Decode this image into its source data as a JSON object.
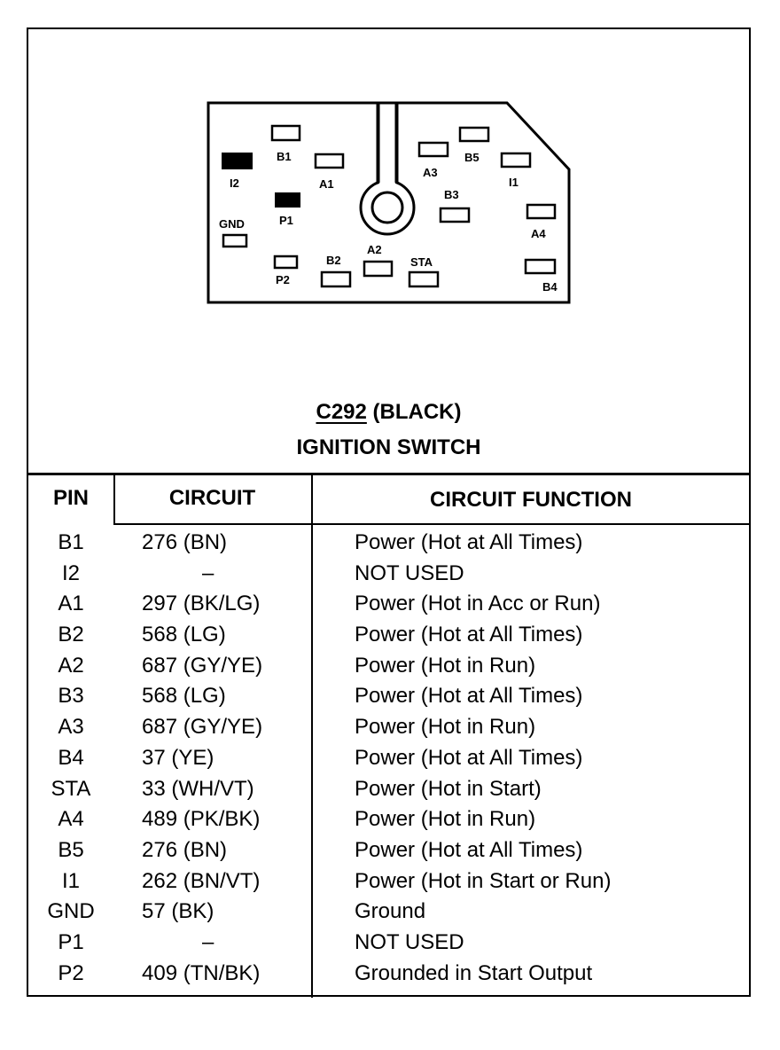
{
  "connector": {
    "id": "C292",
    "color": "(BLACK)",
    "name": "IGNITION SWITCH",
    "pin_labels": {
      "I2": "I2",
      "B1": "B1",
      "A1": "A1",
      "P1": "P1",
      "GND": "GND",
      "P2": "P2",
      "B2": "B2",
      "A2": "A2",
      "STA": "STA",
      "A3": "A3",
      "B5": "B5",
      "I1": "I1",
      "B3": "B3",
      "A4": "A4",
      "B4": "B4"
    }
  },
  "table": {
    "headers": {
      "pin": "PIN",
      "circuit": "CIRCUIT",
      "function": "CIRCUIT FUNCTION"
    },
    "rows": [
      {
        "pin": "B1",
        "circuit": "276 (BN)",
        "function": "Power (Hot at All Times)"
      },
      {
        "pin": "I2",
        "circuit": "–",
        "function": "NOT USED"
      },
      {
        "pin": "A1",
        "circuit": "297 (BK/LG)",
        "function": "Power (Hot in Acc or Run)"
      },
      {
        "pin": "B2",
        "circuit": "568 (LG)",
        "function": "Power (Hot at All Times)"
      },
      {
        "pin": "A2",
        "circuit": "687 (GY/YE)",
        "function": "Power (Hot in Run)"
      },
      {
        "pin": "B3",
        "circuit": "568 (LG)",
        "function": "Power (Hot at All Times)"
      },
      {
        "pin": "A3",
        "circuit": "687 (GY/YE)",
        "function": "Power (Hot in Run)"
      },
      {
        "pin": "B4",
        "circuit": "37 (YE)",
        "function": "Power (Hot at All Times)"
      },
      {
        "pin": "STA",
        "circuit": "33 (WH/VT)",
        "function": "Power (Hot in Start)"
      },
      {
        "pin": "A4",
        "circuit": "489 (PK/BK)",
        "function": "Power (Hot in Run)"
      },
      {
        "pin": "B5",
        "circuit": "276 (BN)",
        "function": "Power (Hot at All Times)"
      },
      {
        "pin": "I1",
        "circuit": "262 (BN/VT)",
        "function": "Power (Hot in Start or Run)"
      },
      {
        "pin": "GND",
        "circuit": "57 (BK)",
        "function": "Ground"
      },
      {
        "pin": "P1",
        "circuit": "–",
        "function": "NOT USED"
      },
      {
        "pin": "P2",
        "circuit": "409 (TN/BK)",
        "function": "Grounded in Start Output"
      }
    ]
  }
}
